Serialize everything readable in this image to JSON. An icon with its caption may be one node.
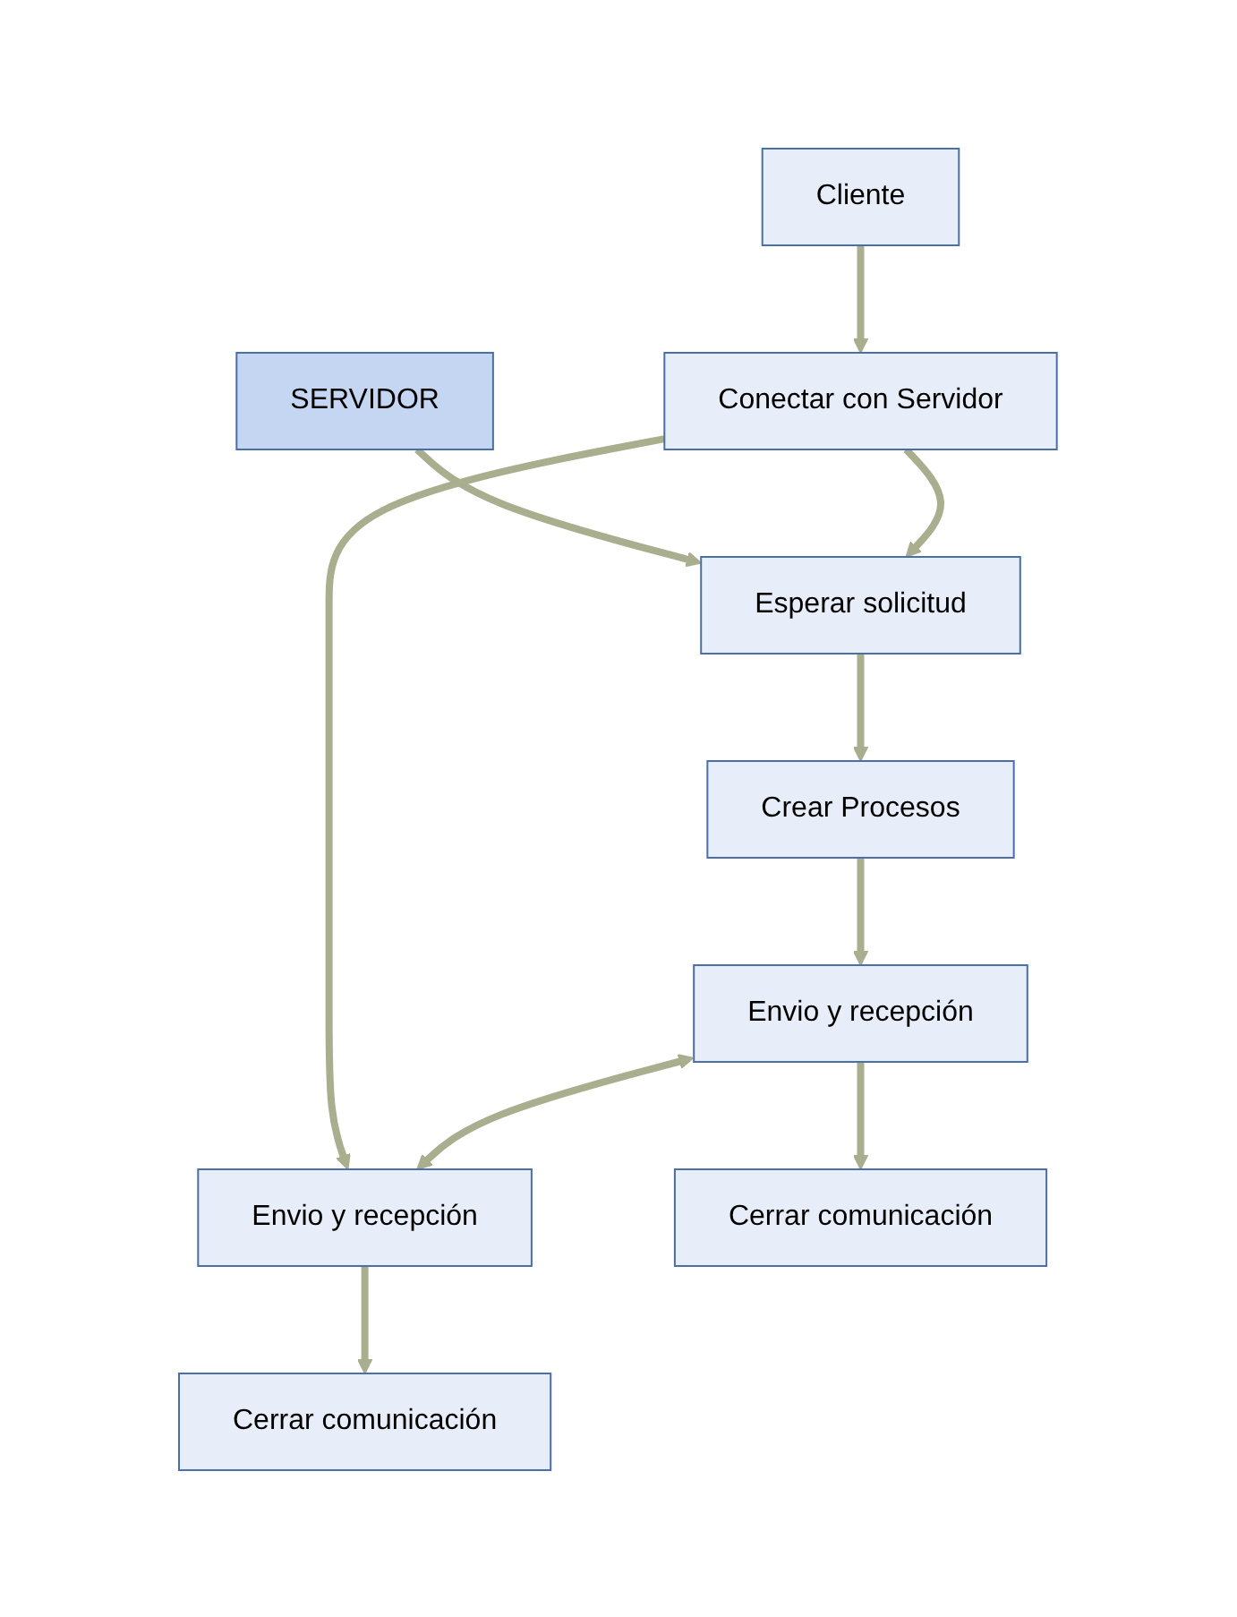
{
  "diagram": {
    "nodes": [
      {
        "text": [
          "SERVIDOR"
        ]
      },
      {
        "text": [
          "Cliente"
        ]
      },
      {
        "text": [
          "Esperar solicitud"
        ]
      },
      {
        "text": [
          "Conectar con Servidor"
        ]
      },
      {
        "text": [
          "Crear Procesos"
        ]
      },
      {
        "text": [
          "Envio y recepción"
        ]
      },
      {
        "text": [
          "Envio y recepción"
        ]
      },
      {
        "text": [
          "Cerrar comunicación"
        ]
      },
      {
        "text": [
          "Cerrar comunicación"
        ]
      }
    ],
    "edges": [
      {
        "from": 0,
        "to": 2,
        "arrow": "to"
      },
      {
        "from": 1,
        "to": 3,
        "arrow": "to"
      },
      {
        "from": 3,
        "to": 2,
        "arrow": "to"
      },
      {
        "from": 2,
        "to": 4,
        "arrow": "to"
      },
      {
        "from": 3,
        "to": 6,
        "arrow": "to"
      },
      {
        "from": 4,
        "to": 5,
        "arrow": "to"
      },
      {
        "from": 5,
        "to": 6,
        "arrow": "both"
      },
      {
        "from": 5,
        "to": 7,
        "arrow": "to"
      },
      {
        "from": 6,
        "to": 8,
        "arrow": "to"
      }
    ]
  }
}
